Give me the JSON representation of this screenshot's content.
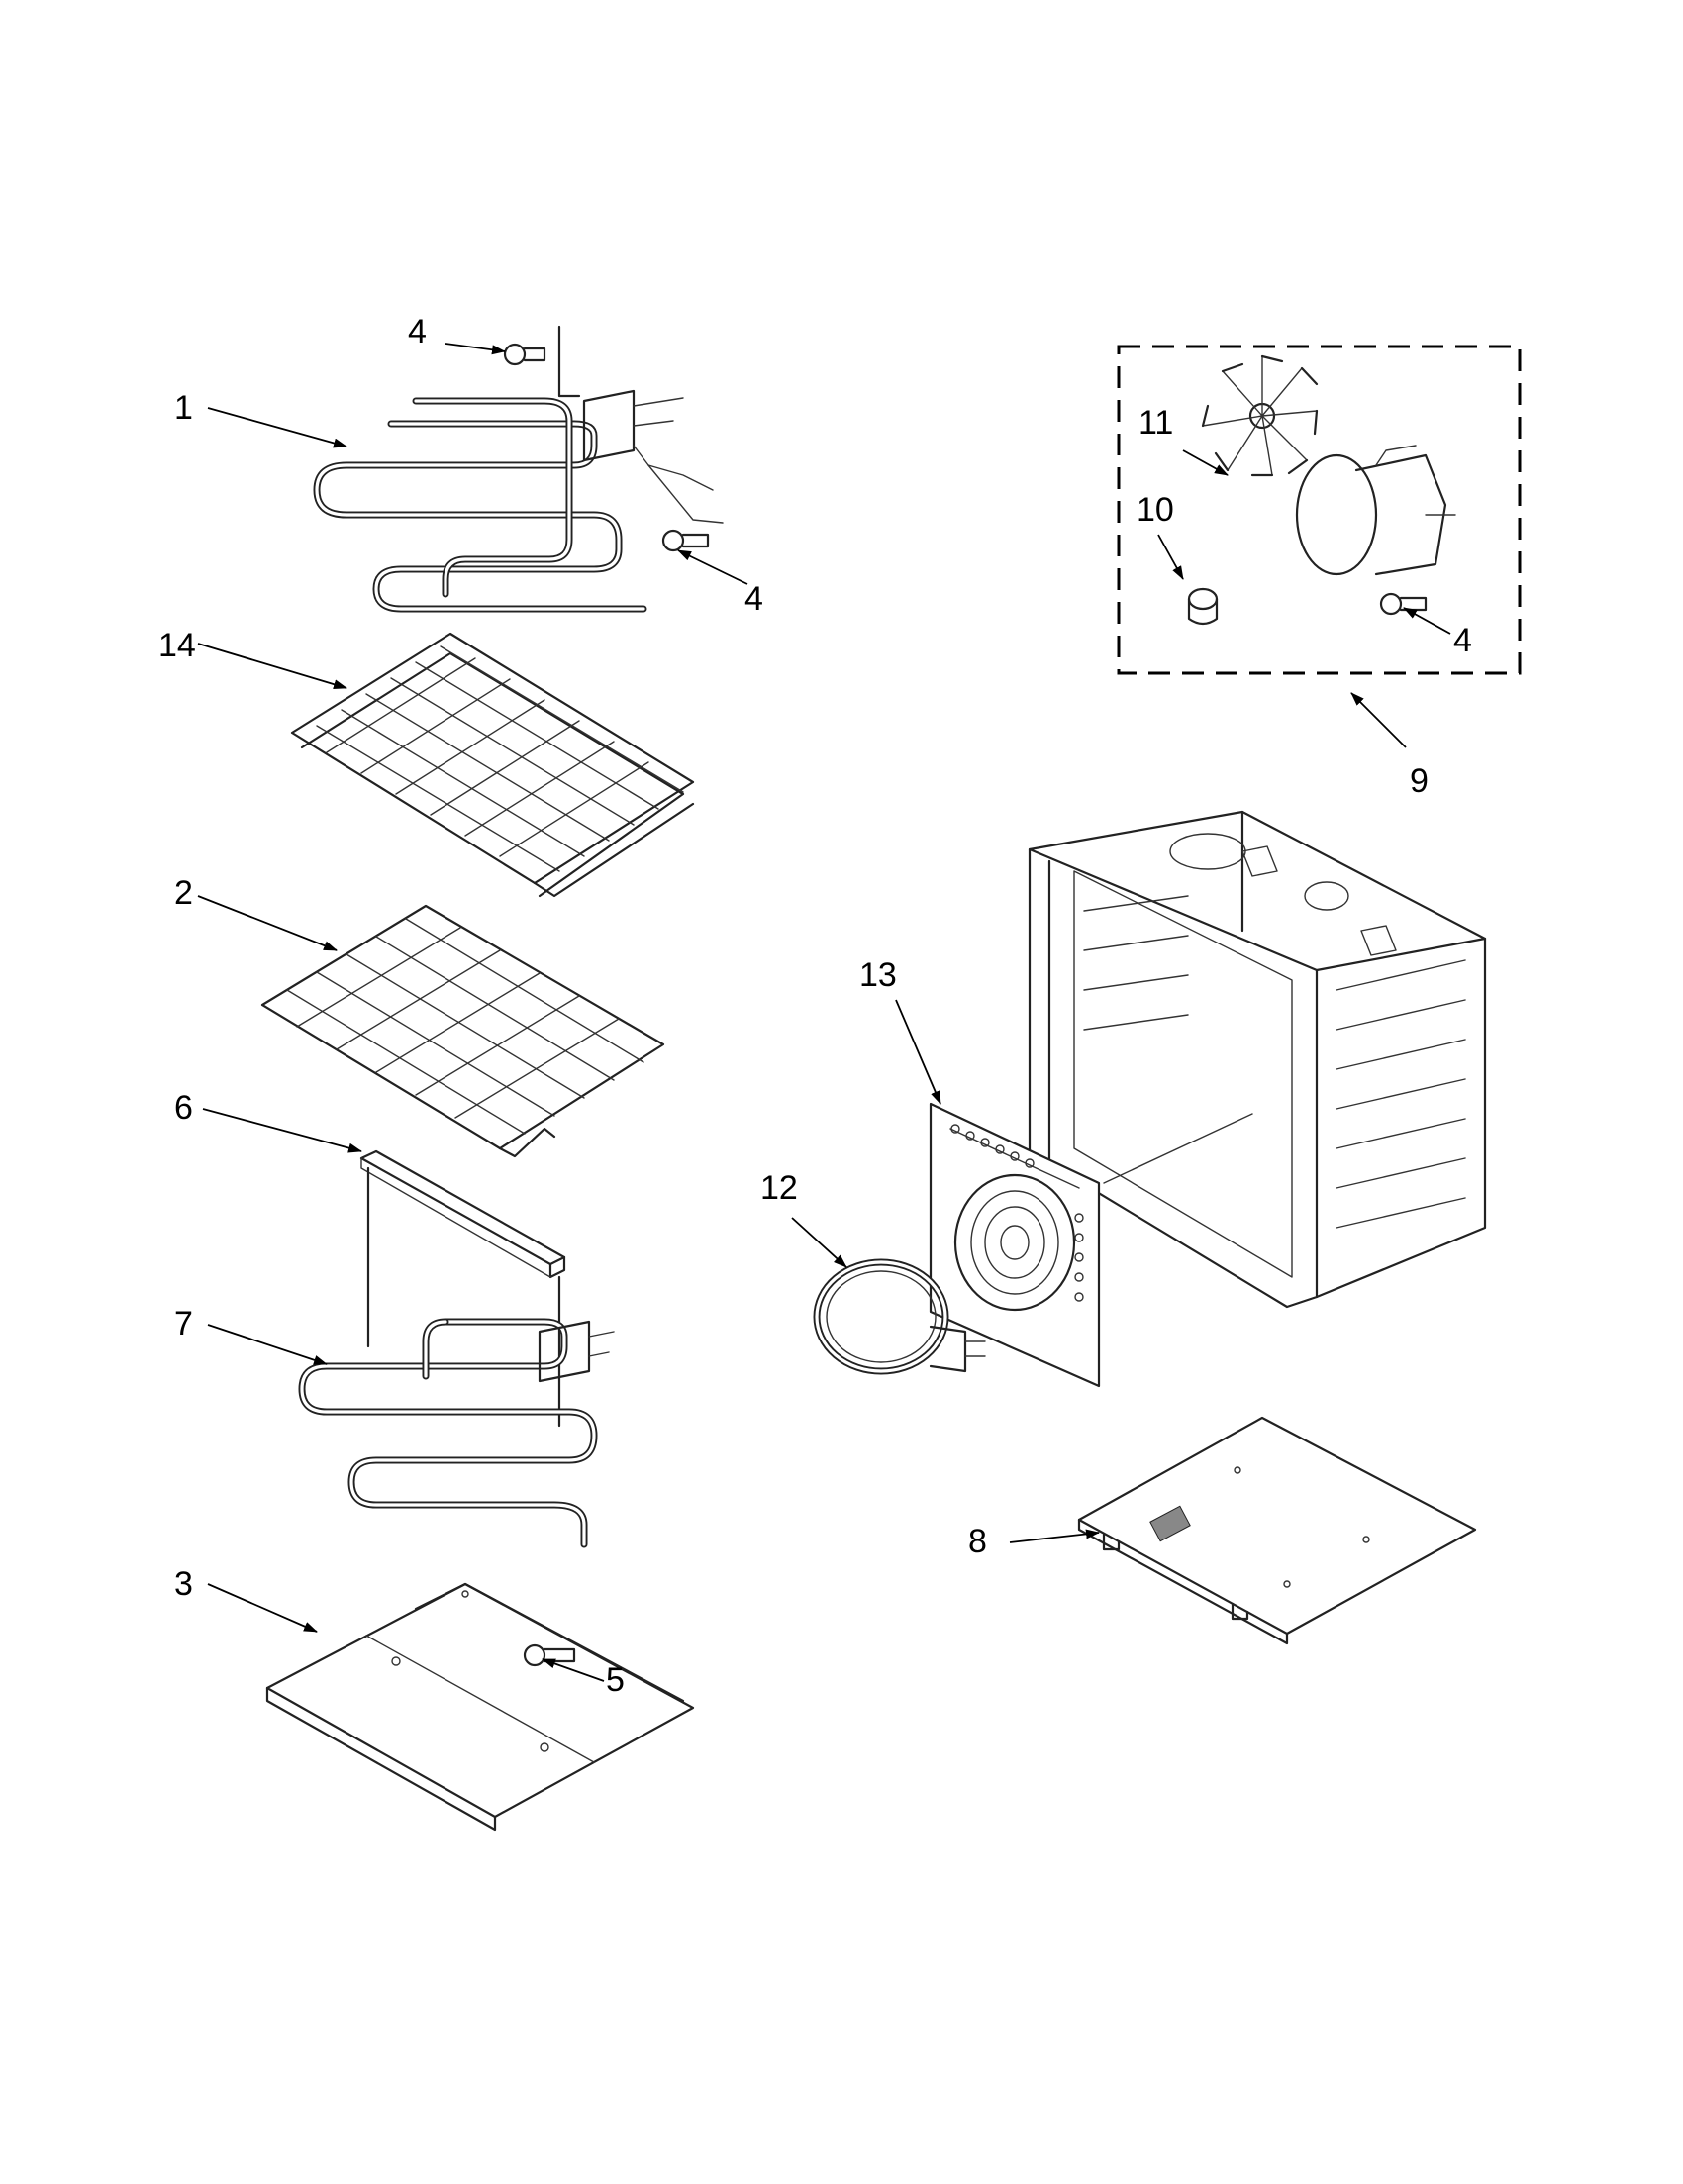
{
  "diagram": {
    "callouts": [
      {
        "id": "c1",
        "text": "1"
      },
      {
        "id": "c4a",
        "text": "4"
      },
      {
        "id": "c4b",
        "text": "4"
      },
      {
        "id": "c14",
        "text": "14"
      },
      {
        "id": "c2",
        "text": "2"
      },
      {
        "id": "c6",
        "text": "6"
      },
      {
        "id": "c7",
        "text": "7"
      },
      {
        "id": "c3",
        "text": "3"
      },
      {
        "id": "c5",
        "text": "5"
      },
      {
        "id": "c11",
        "text": "11"
      },
      {
        "id": "c10",
        "text": "10"
      },
      {
        "id": "c4c",
        "text": "4"
      },
      {
        "id": "c9",
        "text": "9"
      },
      {
        "id": "c13",
        "text": "13"
      },
      {
        "id": "c12",
        "text": "12"
      },
      {
        "id": "c8",
        "text": "8"
      }
    ]
  }
}
